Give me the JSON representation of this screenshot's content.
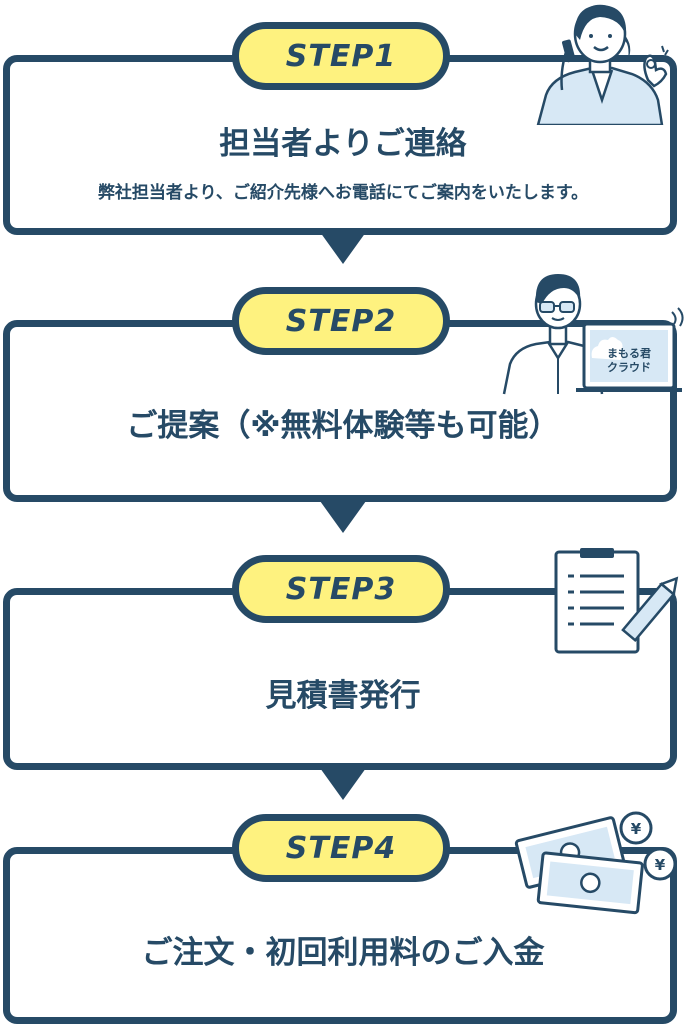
{
  "steps": [
    {
      "label": "STEP1",
      "title": "担当者よりご連絡",
      "subtitle": "弊社担当者より、ご紹介先様へお電話にてご案内をいたします。"
    },
    {
      "label": "STEP2",
      "title": "ご提案（※無料体験等も可能）",
      "laptop_text_line1": "まもる君",
      "laptop_text_line2": "クラウド"
    },
    {
      "label": "STEP3",
      "title": "見積書発行"
    },
    {
      "label": "STEP4",
      "title": "ご注文・初回利用料のご入金"
    }
  ],
  "colors": {
    "navy": "#264a66",
    "yellow": "#fef27f",
    "light_blue": "#d7e8f5"
  }
}
